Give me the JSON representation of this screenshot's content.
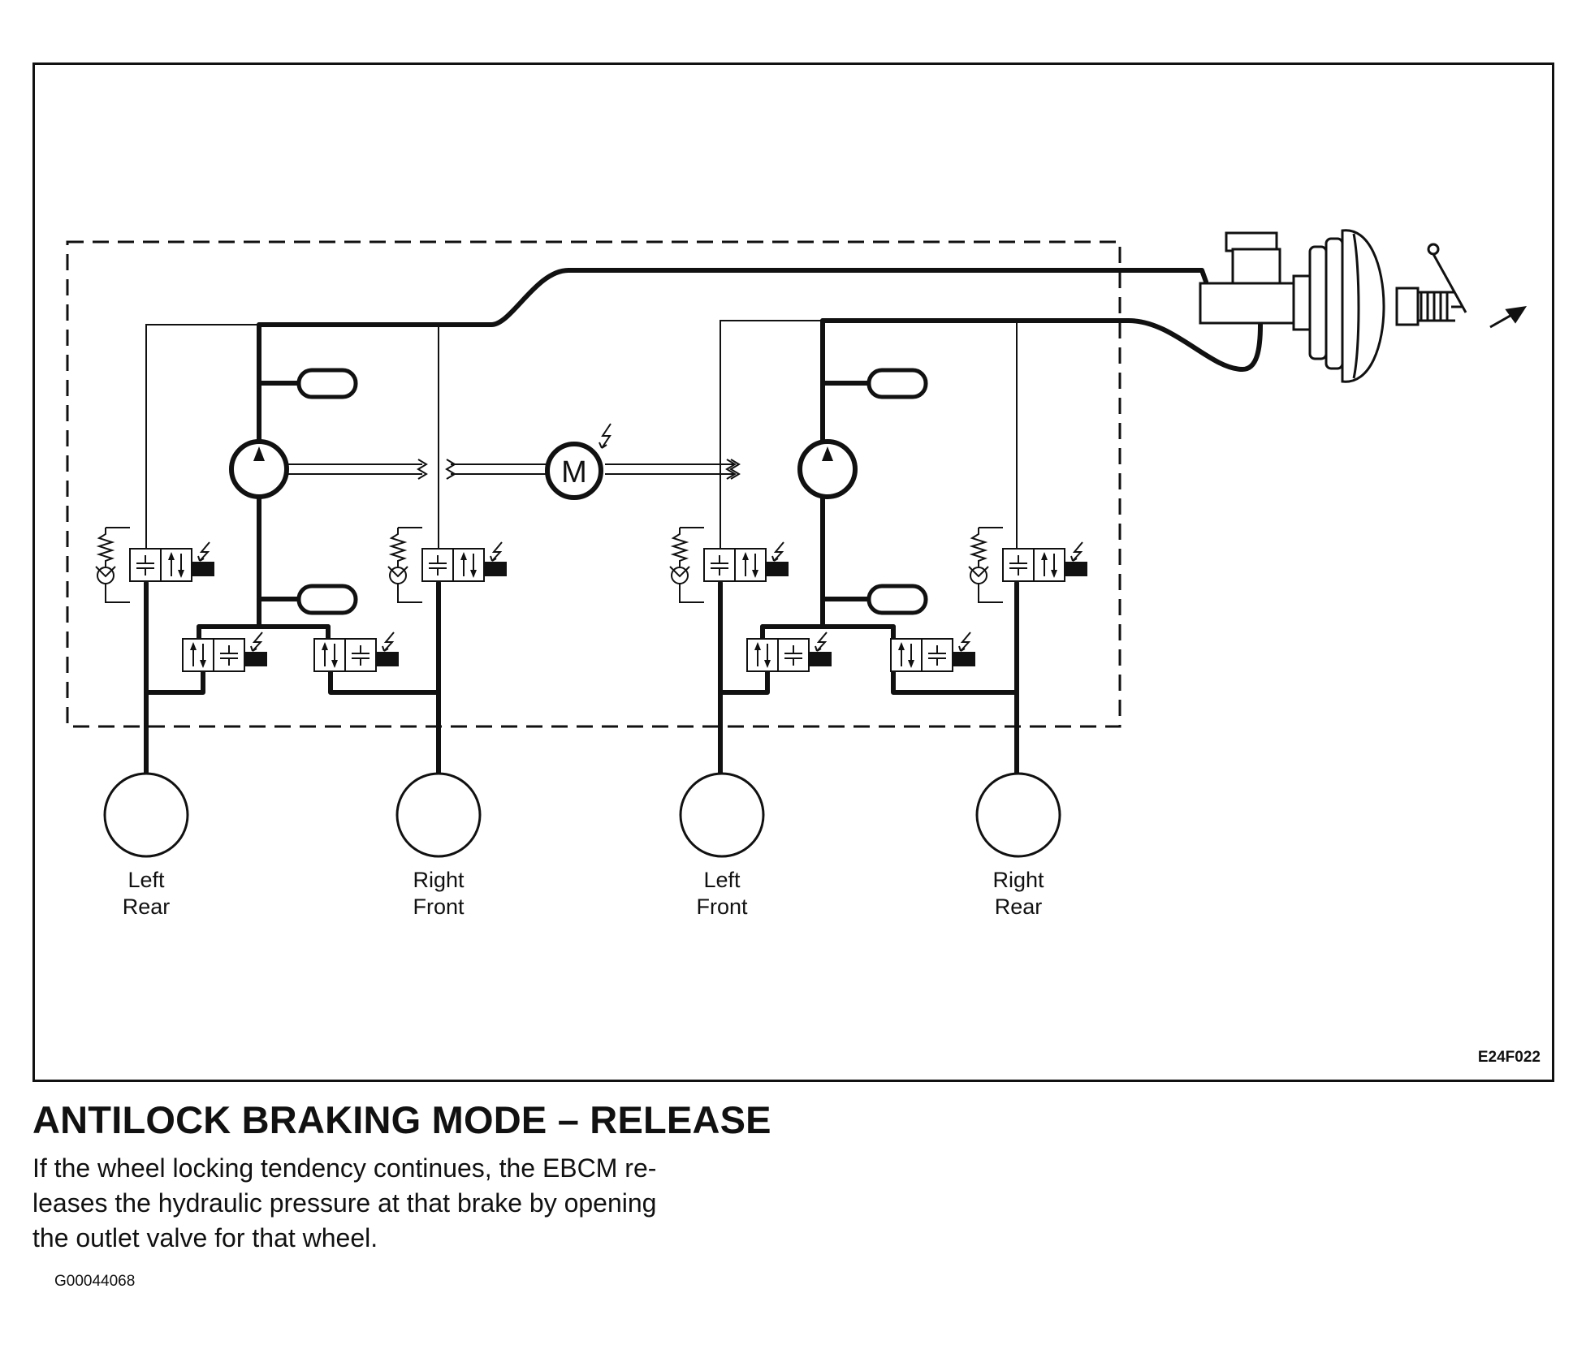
{
  "figure": {
    "code": "E24F022",
    "motor_label": "M",
    "wheels": [
      {
        "line1": "Left",
        "line2": "Rear"
      },
      {
        "line1": "Right",
        "line2": "Front"
      },
      {
        "line1": "Left",
        "line2": "Front"
      },
      {
        "line1": "Right",
        "line2": "Rear"
      }
    ]
  },
  "title": "ANTILOCK BRAKING MODE – RELEASE",
  "caption": [
    "If the wheel locking tendency continues, the EBCM re-",
    "leases the hydraulic pressure at that brake by opening",
    "the outlet valve for that wheel."
  ],
  "image_id": "G00044068"
}
